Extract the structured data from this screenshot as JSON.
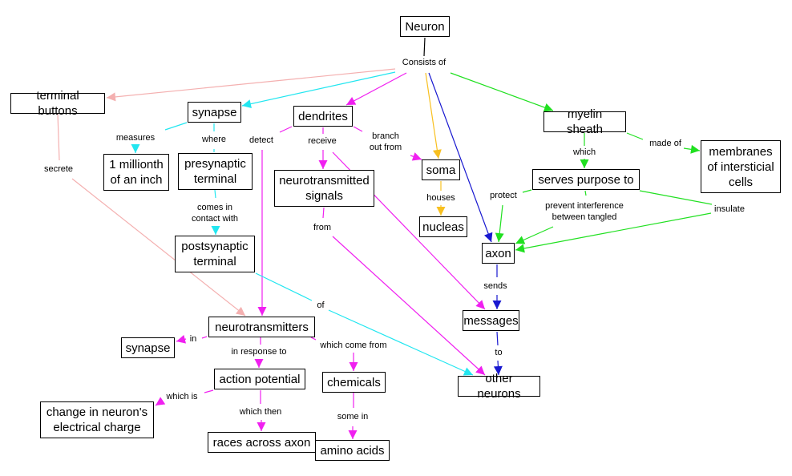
{
  "title": "Neuron",
  "colors": {
    "pink": "#f4b0b0",
    "cyan": "#22e6f0",
    "magenta": "#f020f0",
    "orange": "#f8c020",
    "blue": "#1818d0",
    "green": "#20e020",
    "black": "#000000"
  },
  "nodes": {
    "neuron": "Neuron",
    "terminal_buttons": "terminal buttons",
    "synapse": "synapse",
    "dendrites": "dendrites",
    "myelin_sheath": "myelin sheath",
    "one_millionth": "1 millionth\nof an inch",
    "presynaptic_terminal": "presynaptic\nterminal",
    "neurotransmitted_signals": "neurotransmitted\nsignals",
    "soma": "soma",
    "serves_purpose_to": "serves purpose to",
    "membranes": "membranes\nof intersticial\ncells",
    "nucleas": "nucleas",
    "axon": "axon",
    "postsynaptic_terminal": "postsynaptic\nterminal",
    "messages": "messages",
    "neurotransmitters": "neurotransmitters",
    "synapse2": "synapse",
    "action_potential": "action potential",
    "chemicals": "chemicals",
    "other_neurons": "other neurons",
    "change_charge": "change in neuron's\nelectrical charge",
    "races_across_axon": "races across axon",
    "amino_acids": "amino acids"
  },
  "links": {
    "consists_of": "Consists of",
    "measures": "measures",
    "where": "where",
    "detect": "detect",
    "receive": "receive",
    "branch_out_from": "branch\nout from",
    "which": "which",
    "made_of": "made of",
    "secrete": "secrete",
    "protect": "protect",
    "prevent_interference": "prevent interference\nbetween tangled",
    "insulate": "insulate",
    "houses": "houses",
    "comes_in_contact_with": "comes in\ncontact with",
    "from": "from",
    "sends": "sends",
    "of": "of",
    "in": "in",
    "in_response_to": "in response to",
    "which_come_from": "which come from",
    "to": "to",
    "which_is": "which is",
    "which_then": "which then",
    "some_in": "some in"
  }
}
